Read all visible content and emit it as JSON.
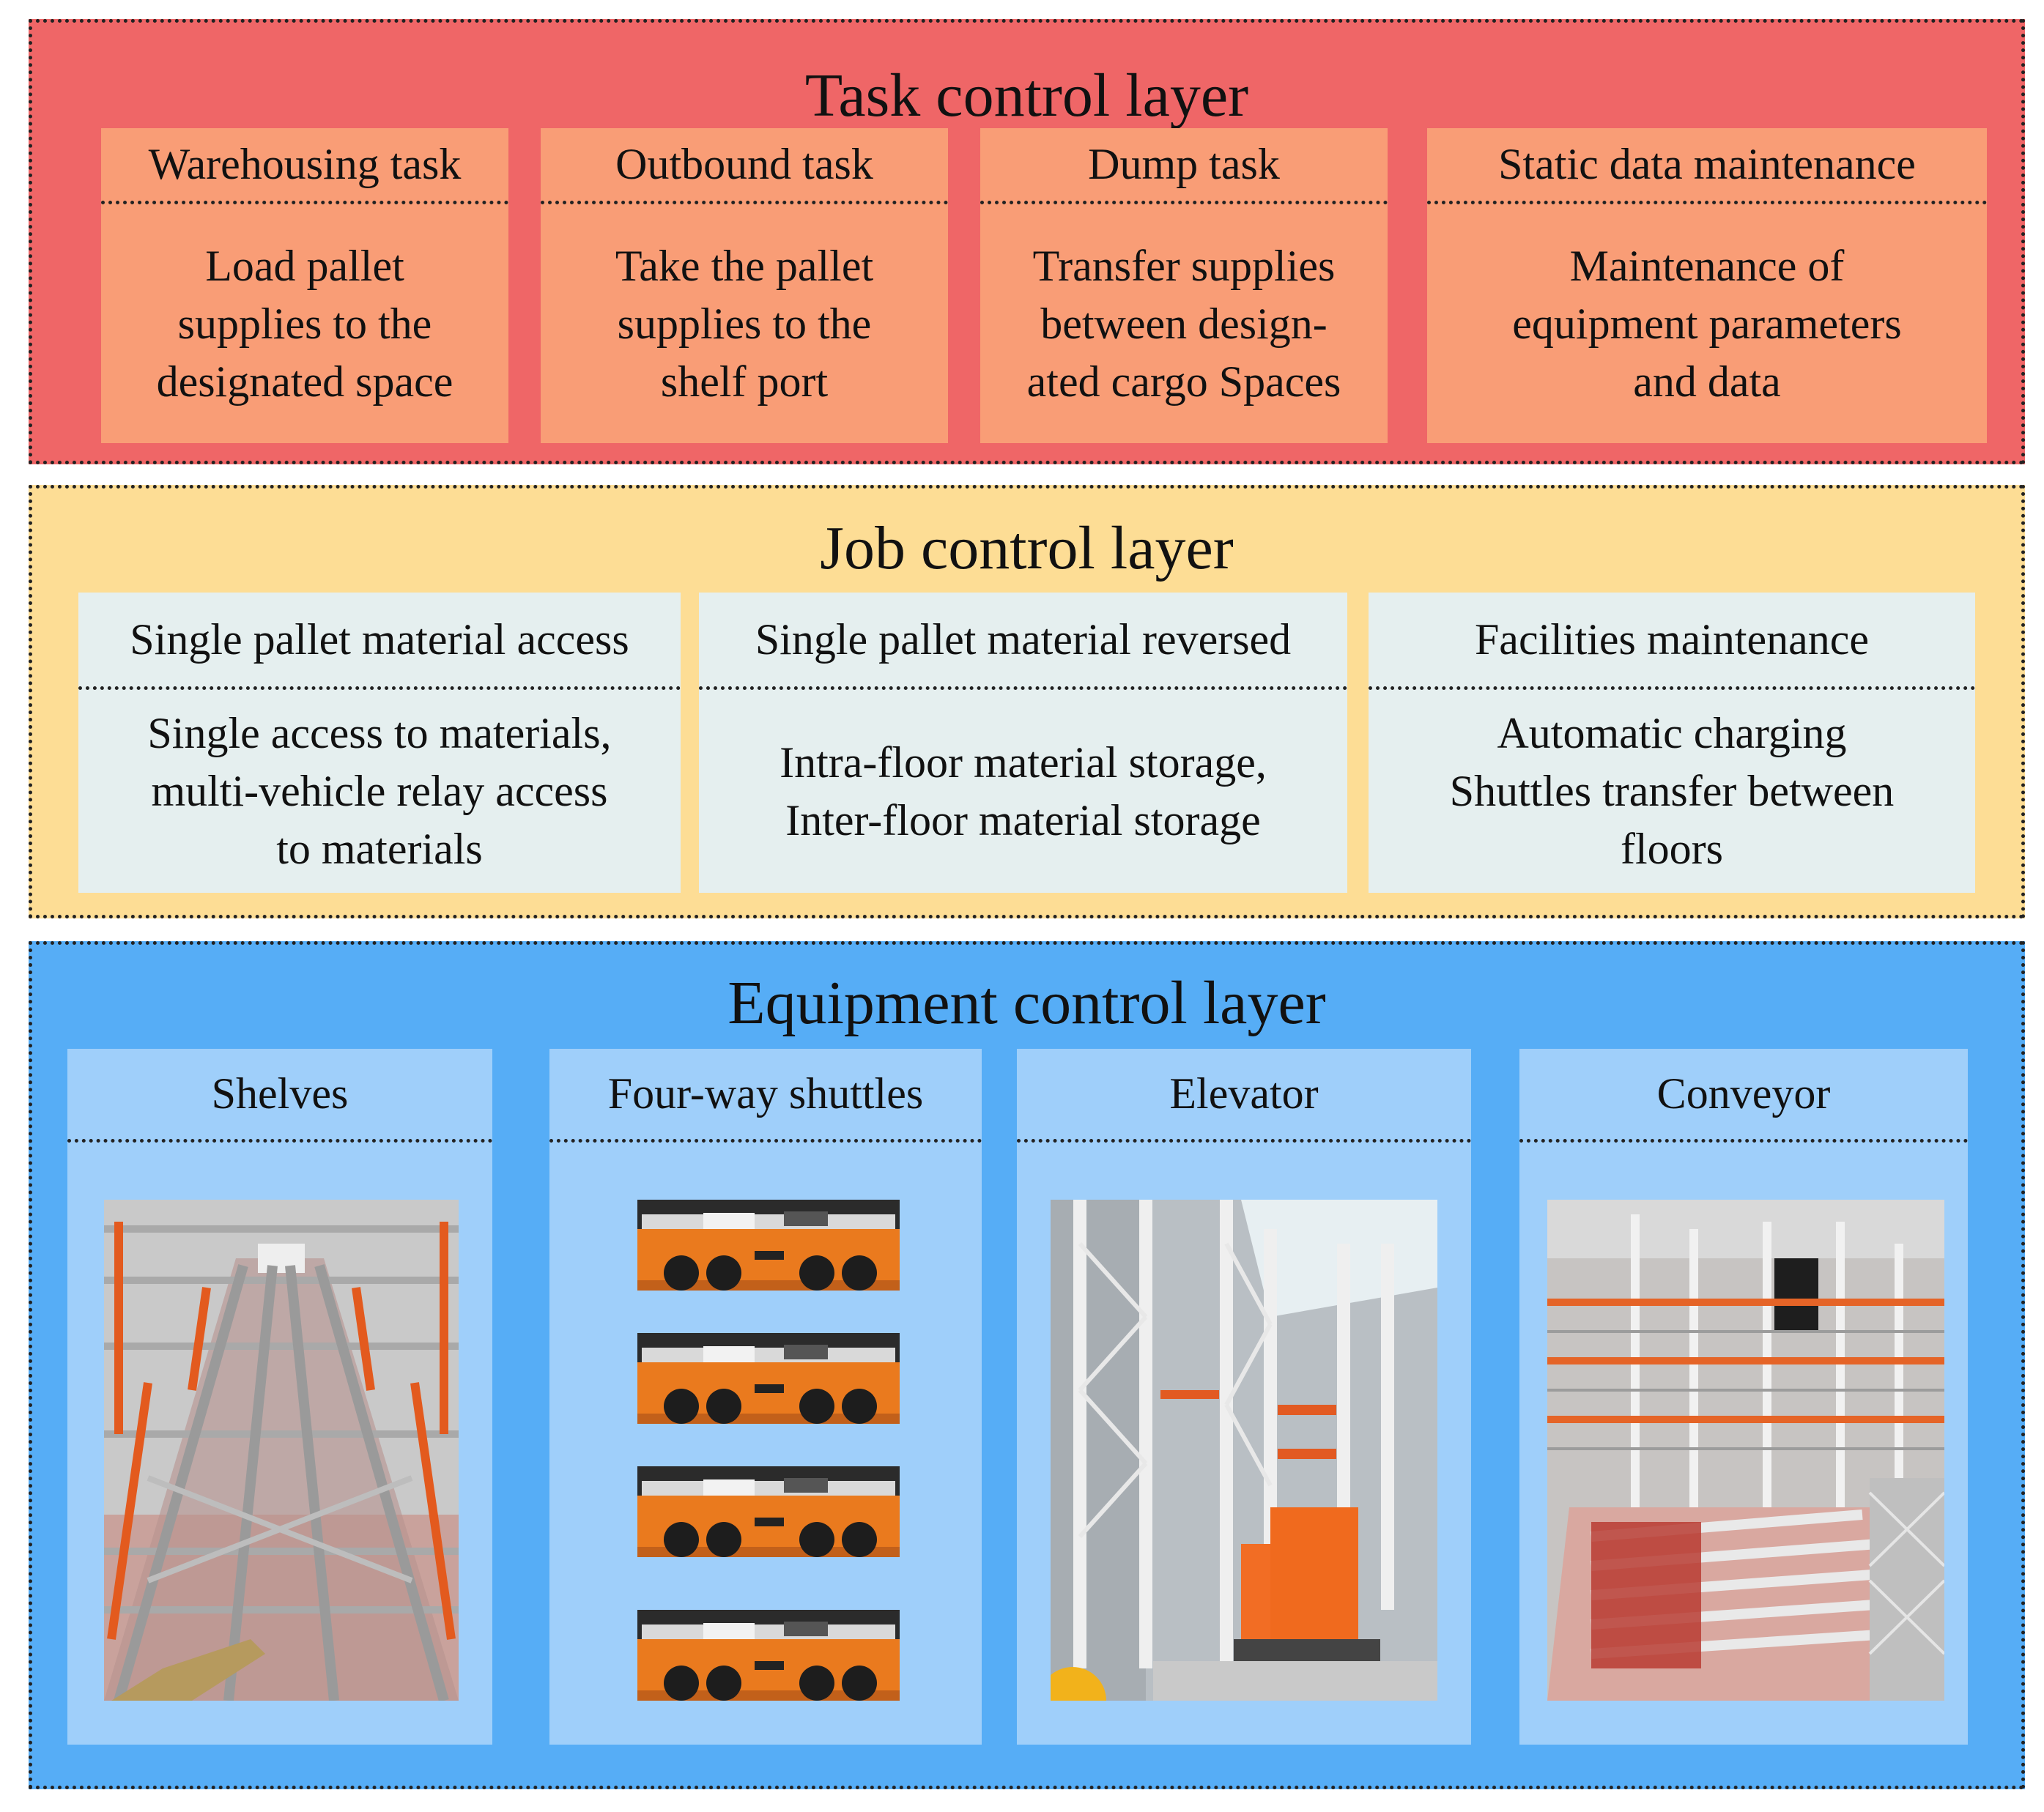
{
  "task_layer": {
    "title": "Task control layer",
    "boxes": [
      {
        "head": "Warehousing task",
        "lines": [
          "Load pallet",
          "supplies to the",
          "designated space"
        ]
      },
      {
        "head": "Outbound task",
        "lines": [
          "Take the pallet",
          "supplies to the",
          "shelf port"
        ]
      },
      {
        "head": "Dump task",
        "lines": [
          "Transfer supplies",
          "between design-",
          "ated cargo Spaces"
        ]
      },
      {
        "head": "Static data maintenance",
        "lines": [
          "Maintenance of",
          "equipment parameters",
          "and data"
        ]
      }
    ]
  },
  "job_layer": {
    "title": "Job control layer",
    "boxes": [
      {
        "head": "Single pallet material access",
        "lines": [
          "Single access to materials,",
          "multi-vehicle relay access",
          "to materials"
        ]
      },
      {
        "head": "Single pallet material reversed",
        "lines": [
          "Intra-floor material storage,",
          "Inter-floor material storage"
        ]
      },
      {
        "head": "Facilities maintenance",
        "lines": [
          "Automatic charging",
          "Shuttles transfer between",
          "floors"
        ]
      }
    ]
  },
  "equipment_layer": {
    "title": "Equipment control layer",
    "boxes": [
      {
        "head": "Shelves",
        "image": "shelves-photo"
      },
      {
        "head": "Four-way shuttles",
        "image": "shuttle-photo"
      },
      {
        "head": "Elevator",
        "image": "elevator-photo"
      },
      {
        "head": "Conveyor",
        "image": "conveyor-photo"
      }
    ]
  },
  "colors": {
    "task_layer_bg": "#ef6667",
    "task_box_bg": "#f99d76",
    "job_layer_bg": "#fddd95",
    "job_box_bg": "#e5efef",
    "equipment_layer_bg": "#56adf6",
    "equipment_box_bg": "#9fcffa"
  }
}
